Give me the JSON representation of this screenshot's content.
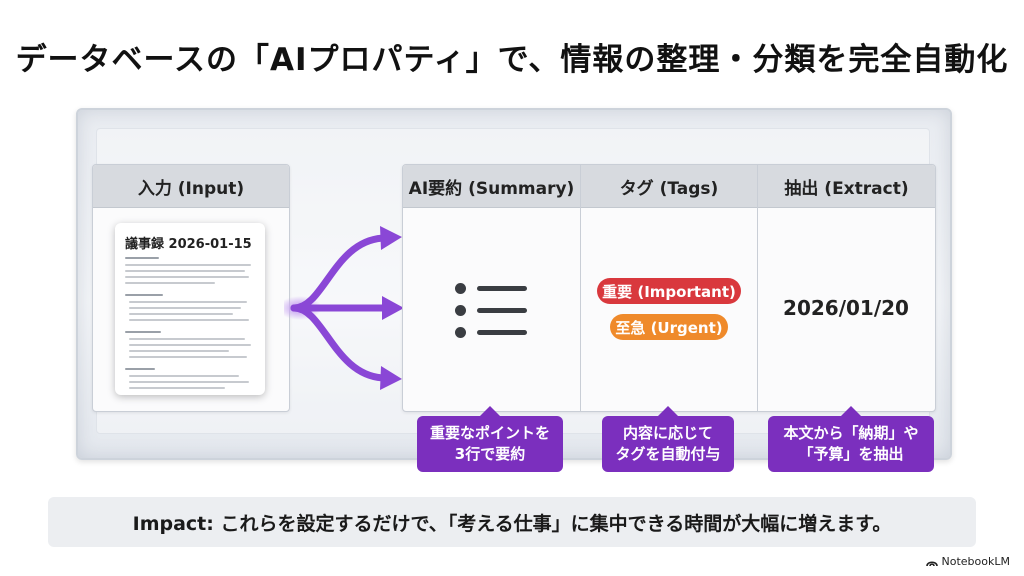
{
  "title": "データベースの「AIプロパティ」で、情報の整理・分類を完全自動化",
  "input_panel": {
    "header": "入力 (Input)",
    "document_title": "議事録 2026-01-15"
  },
  "columns": [
    {
      "header": "AI要約 (Summary)",
      "icon": "list-icon"
    },
    {
      "header": "タグ (Tags)"
    },
    {
      "header": "抽出 (Extract)"
    }
  ],
  "tags": [
    {
      "label": "重要 (Important)",
      "color": "#d9383d"
    },
    {
      "label": "至急 (Urgent)",
      "color": "#ef8a2b"
    }
  ],
  "extract_value": "2026/01/20",
  "callouts": [
    {
      "line1": "重要なポイントを",
      "line2": "3行で要約"
    },
    {
      "line1": "内容に応じて",
      "line2": "タグを自動付与"
    },
    {
      "line1": "本文から「納期」や",
      "line2": "「予算」を抽出"
    }
  ],
  "impact": "Impact: これらを設定するだけで、「考える仕事」に集中できる時間が大幅に増えます。",
  "brand": "NotebookLM",
  "colors": {
    "accent_purple": "#7b2fbe",
    "arrow_purple": "#8a47d6"
  }
}
